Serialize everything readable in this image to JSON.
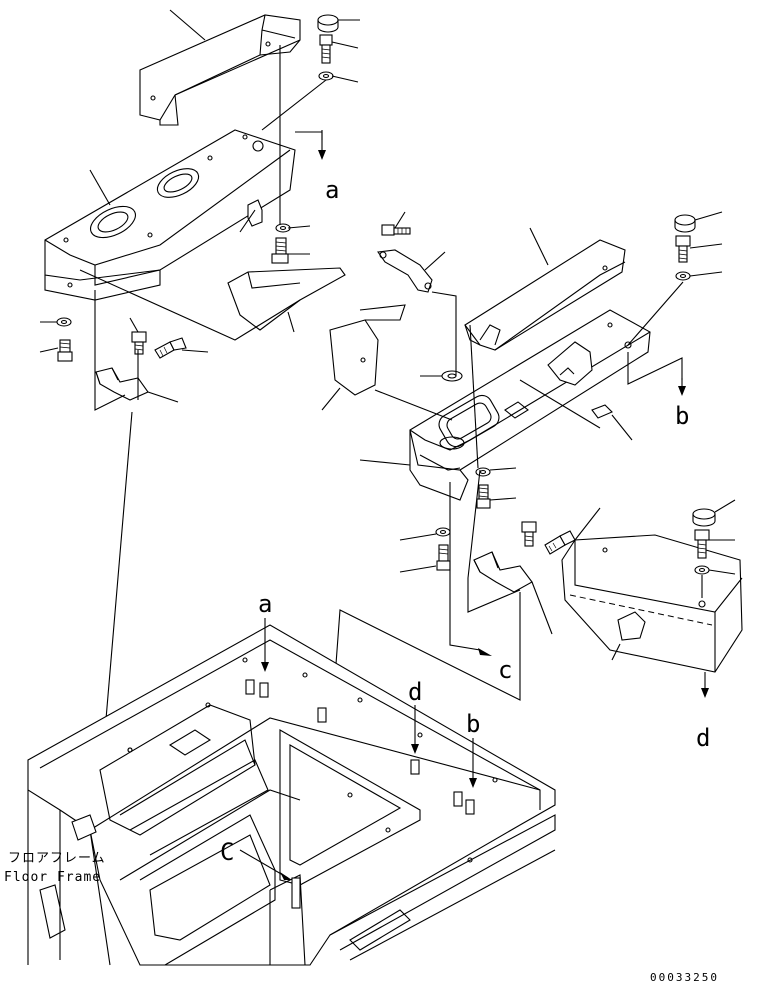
{
  "diagram": {
    "ref_labels": {
      "a": "a",
      "b": "b",
      "c": "c",
      "d": "d",
      "c_upper": "C"
    },
    "floor_frame_jp": "フロアフレーム",
    "floor_frame_en": "Floor Frame",
    "drawing_number": "00033250"
  }
}
